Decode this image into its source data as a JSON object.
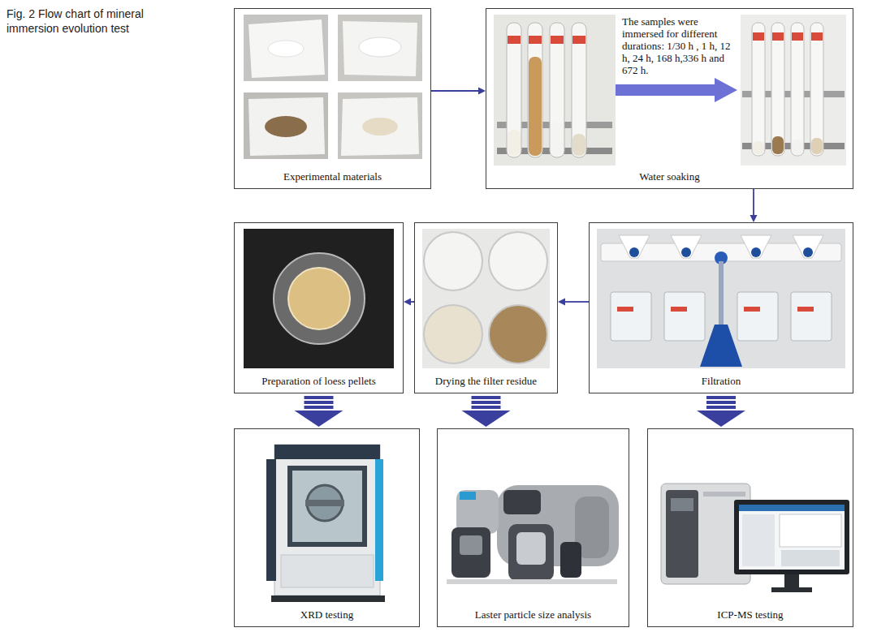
{
  "diagram": {
    "caption": "Fig. 2 Flow chart of mineral immersion evolution test",
    "nodes": [
      {
        "text": [
          "Experimental materials"
        ]
      },
      {
        "text": [
          "The samples were immersed for different durations: 1/30 h , 1 h, 12 h, 24 h, 168 h,336 h and 672 h.",
          "Water soaking"
        ]
      },
      {
        "text": [
          "Filtration"
        ]
      },
      {
        "text": [
          "Drying the filter residue"
        ]
      },
      {
        "text": [
          "Preparation of loess pellets"
        ]
      },
      {
        "text": [
          "XRD testing"
        ]
      },
      {
        "text": [
          "Laster particle size analysis"
        ]
      },
      {
        "text": [
          "ICP-MS testing"
        ]
      }
    ],
    "edges": [
      {
        "from": 0,
        "to": 1,
        "arrow": "to"
      },
      {
        "from": 1,
        "to": 2,
        "arrow": "to"
      },
      {
        "from": 2,
        "to": 3,
        "arrow": "to"
      },
      {
        "from": 3,
        "to": 4,
        "arrow": "to"
      },
      {
        "from": 4,
        "to": 5,
        "arrow": "to"
      },
      {
        "from": 3,
        "to": 6,
        "arrow": "to"
      },
      {
        "from": 2,
        "to": 7,
        "arrow": "to"
      }
    ]
  }
}
